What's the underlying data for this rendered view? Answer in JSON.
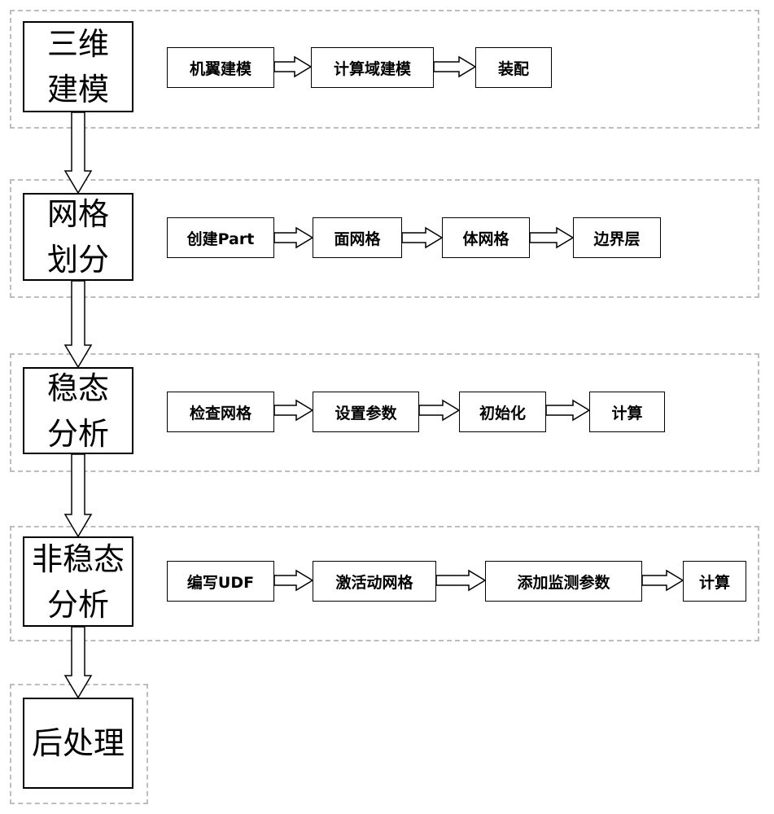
{
  "stages": [
    {
      "line1": "三维",
      "line2": "建模",
      "steps": [
        "机翼建模",
        "计算域建模",
        "装配"
      ]
    },
    {
      "line1": "网格",
      "line2": "划分",
      "steps": [
        "创建Part",
        "面网格",
        "体网格",
        "边界层"
      ]
    },
    {
      "line1": "稳态",
      "line2": "分析",
      "steps": [
        "检查网格",
        "设置参数",
        "初始化",
        "计算"
      ]
    },
    {
      "line1": "非稳态",
      "line2": "分析",
      "steps": [
        "编写UDF",
        "激活动网格",
        "添加监测参数",
        "计算"
      ]
    }
  ],
  "final_stage": {
    "label": "后处理"
  }
}
